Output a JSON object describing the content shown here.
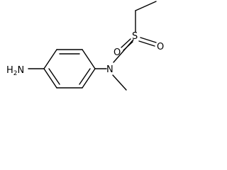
{
  "molecule": {
    "atoms": {
      "amine_nitrogen": {
        "symbol": "H",
        "count": "2",
        "tail": "N"
      },
      "sulfonamide_nitrogen": {
        "symbol": "N"
      },
      "sulfur": {
        "symbol": "S"
      },
      "oxygen_left": {
        "symbol": "O"
      },
      "oxygen_right": {
        "symbol": "O"
      }
    }
  },
  "colors": {
    "bond": "#000000",
    "text": "#000000",
    "background": "#ffffff"
  }
}
